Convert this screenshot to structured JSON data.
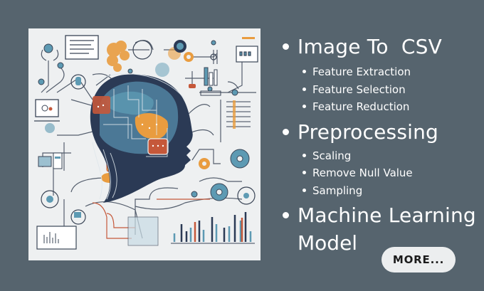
{
  "illustration": {
    "subject": "brain-circuit-head-illustration",
    "colors": {
      "background": "#eef0f1",
      "navy": "#2b3a55",
      "teal": "#5d9ab3",
      "orange": "#e99c3f",
      "red": "#c5583a",
      "line": "#3a4556"
    }
  },
  "sections": [
    {
      "title": "Image To  CSV",
      "items": [
        "Feature Extraction",
        "Feature Selection",
        "Feature Reduction"
      ]
    },
    {
      "title": "Preprocessing",
      "items": [
        "Scaling",
        "Remove Null Value",
        "Sampling"
      ]
    },
    {
      "title": "Machine Learning",
      "title_line2": "Model",
      "items": []
    }
  ],
  "button": {
    "more_label": "MORE..."
  },
  "theme": {
    "page_bg": "#56646e",
    "text": "#ffffff",
    "button_bg": "#eceeef",
    "button_text": "#1b1b1b"
  }
}
